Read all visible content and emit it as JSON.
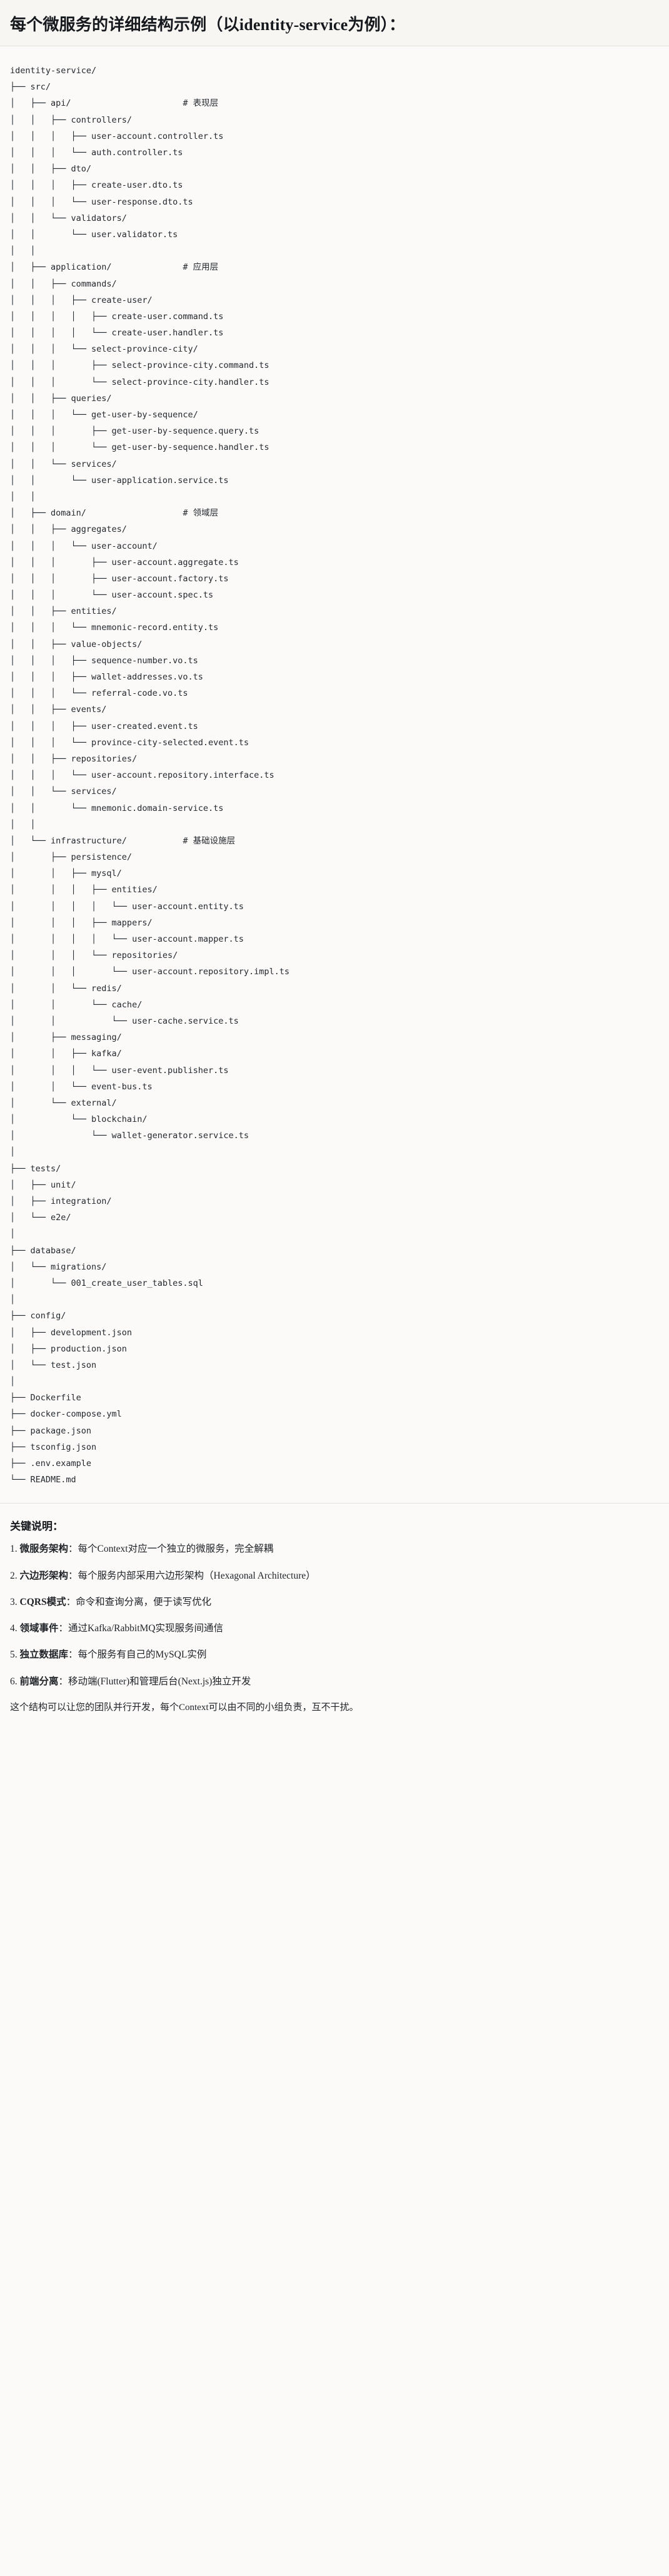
{
  "heading": "每个微服务的详细结构示例（以identity-service为例）：",
  "tree": {
    "root": "identity-service/",
    "lines": [
      {
        "text": "identity-service/",
        "comment": ""
      },
      {
        "text": "├── src/",
        "comment": ""
      },
      {
        "text": "│   ├── api/",
        "comment": "# 表现层"
      },
      {
        "text": "│   │   ├── controllers/",
        "comment": ""
      },
      {
        "text": "│   │   │   ├── user-account.controller.ts",
        "comment": ""
      },
      {
        "text": "│   │   │   └── auth.controller.ts",
        "comment": ""
      },
      {
        "text": "│   │   ├── dto/",
        "comment": ""
      },
      {
        "text": "│   │   │   ├── create-user.dto.ts",
        "comment": ""
      },
      {
        "text": "│   │   │   └── user-response.dto.ts",
        "comment": ""
      },
      {
        "text": "│   │   └── validators/",
        "comment": ""
      },
      {
        "text": "│   │       └── user.validator.ts",
        "comment": ""
      },
      {
        "text": "│   │",
        "comment": ""
      },
      {
        "text": "│   ├── application/",
        "comment": "# 应用层"
      },
      {
        "text": "│   │   ├── commands/",
        "comment": ""
      },
      {
        "text": "│   │   │   ├── create-user/",
        "comment": ""
      },
      {
        "text": "│   │   │   │   ├── create-user.command.ts",
        "comment": ""
      },
      {
        "text": "│   │   │   │   └── create-user.handler.ts",
        "comment": ""
      },
      {
        "text": "│   │   │   └── select-province-city/",
        "comment": ""
      },
      {
        "text": "│   │   │       ├── select-province-city.command.ts",
        "comment": ""
      },
      {
        "text": "│   │   │       └── select-province-city.handler.ts",
        "comment": ""
      },
      {
        "text": "│   │   ├── queries/",
        "comment": ""
      },
      {
        "text": "│   │   │   └── get-user-by-sequence/",
        "comment": ""
      },
      {
        "text": "│   │   │       ├── get-user-by-sequence.query.ts",
        "comment": ""
      },
      {
        "text": "│   │   │       └── get-user-by-sequence.handler.ts",
        "comment": ""
      },
      {
        "text": "│   │   └── services/",
        "comment": ""
      },
      {
        "text": "│   │       └── user-application.service.ts",
        "comment": ""
      },
      {
        "text": "│   │",
        "comment": ""
      },
      {
        "text": "│   ├── domain/",
        "comment": "# 领域层"
      },
      {
        "text": "│   │   ├── aggregates/",
        "comment": ""
      },
      {
        "text": "│   │   │   └── user-account/",
        "comment": ""
      },
      {
        "text": "│   │   │       ├── user-account.aggregate.ts",
        "comment": ""
      },
      {
        "text": "│   │   │       ├── user-account.factory.ts",
        "comment": ""
      },
      {
        "text": "│   │   │       └── user-account.spec.ts",
        "comment": ""
      },
      {
        "text": "│   │   ├── entities/",
        "comment": ""
      },
      {
        "text": "│   │   │   └── mnemonic-record.entity.ts",
        "comment": ""
      },
      {
        "text": "│   │   ├── value-objects/",
        "comment": ""
      },
      {
        "text": "│   │   │   ├── sequence-number.vo.ts",
        "comment": ""
      },
      {
        "text": "│   │   │   ├── wallet-addresses.vo.ts",
        "comment": ""
      },
      {
        "text": "│   │   │   └── referral-code.vo.ts",
        "comment": ""
      },
      {
        "text": "│   │   ├── events/",
        "comment": ""
      },
      {
        "text": "│   │   │   ├── user-created.event.ts",
        "comment": ""
      },
      {
        "text": "│   │   │   └── province-city-selected.event.ts",
        "comment": ""
      },
      {
        "text": "│   │   ├── repositories/",
        "comment": ""
      },
      {
        "text": "│   │   │   └── user-account.repository.interface.ts",
        "comment": ""
      },
      {
        "text": "│   │   └── services/",
        "comment": ""
      },
      {
        "text": "│   │       └── mnemonic.domain-service.ts",
        "comment": ""
      },
      {
        "text": "│   │",
        "comment": ""
      },
      {
        "text": "│   └── infrastructure/",
        "comment": "# 基础设施层"
      },
      {
        "text": "│       ├── persistence/",
        "comment": ""
      },
      {
        "text": "│       │   ├── mysql/",
        "comment": ""
      },
      {
        "text": "│       │   │   ├── entities/",
        "comment": ""
      },
      {
        "text": "│       │   │   │   └── user-account.entity.ts",
        "comment": ""
      },
      {
        "text": "│       │   │   ├── mappers/",
        "comment": ""
      },
      {
        "text": "│       │   │   │   └── user-account.mapper.ts",
        "comment": ""
      },
      {
        "text": "│       │   │   └── repositories/",
        "comment": ""
      },
      {
        "text": "│       │   │       └── user-account.repository.impl.ts",
        "comment": ""
      },
      {
        "text": "│       │   └── redis/",
        "comment": ""
      },
      {
        "text": "│       │       └── cache/",
        "comment": ""
      },
      {
        "text": "│       │           └── user-cache.service.ts",
        "comment": ""
      },
      {
        "text": "│       ├── messaging/",
        "comment": ""
      },
      {
        "text": "│       │   ├── kafka/",
        "comment": ""
      },
      {
        "text": "│       │   │   └── user-event.publisher.ts",
        "comment": ""
      },
      {
        "text": "│       │   └── event-bus.ts",
        "comment": ""
      },
      {
        "text": "│       └── external/",
        "comment": ""
      },
      {
        "text": "│           └── blockchain/",
        "comment": ""
      },
      {
        "text": "│               └── wallet-generator.service.ts",
        "comment": ""
      },
      {
        "text": "│",
        "comment": ""
      },
      {
        "text": "├── tests/",
        "comment": ""
      },
      {
        "text": "│   ├── unit/",
        "comment": ""
      },
      {
        "text": "│   ├── integration/",
        "comment": ""
      },
      {
        "text": "│   └── e2e/",
        "comment": ""
      },
      {
        "text": "│",
        "comment": ""
      },
      {
        "text": "├── database/",
        "comment": ""
      },
      {
        "text": "│   └── migrations/",
        "comment": ""
      },
      {
        "text": "│       └── 001_create_user_tables.sql",
        "comment": ""
      },
      {
        "text": "│",
        "comment": ""
      },
      {
        "text": "├── config/",
        "comment": ""
      },
      {
        "text": "│   ├── development.json",
        "comment": ""
      },
      {
        "text": "│   ├── production.json",
        "comment": ""
      },
      {
        "text": "│   └── test.json",
        "comment": ""
      },
      {
        "text": "│",
        "comment": ""
      },
      {
        "text": "├── Dockerfile",
        "comment": ""
      },
      {
        "text": "├── docker-compose.yml",
        "comment": ""
      },
      {
        "text": "├── package.json",
        "comment": ""
      },
      {
        "text": "├── tsconfig.json",
        "comment": ""
      },
      {
        "text": "├── .env.example",
        "comment": ""
      },
      {
        "text": "└── README.md",
        "comment": ""
      }
    ]
  },
  "notes": {
    "title": "关键说明：",
    "items": [
      {
        "index": "1.",
        "lead": "微服务架构",
        "body": "：每个Context对应一个独立的微服务，完全解耦"
      },
      {
        "index": "2.",
        "lead": "六边形架构",
        "body": "：每个服务内部采用六边形架构（Hexagonal Architecture）"
      },
      {
        "index": "3.",
        "lead": "CQRS模式",
        "body": "：命令和查询分离，便于读写优化"
      },
      {
        "index": "4.",
        "lead": "领域事件",
        "body": "：通过Kafka/RabbitMQ实现服务间通信"
      },
      {
        "index": "5.",
        "lead": "独立数据库",
        "body": "：每个服务有自己的MySQL实例"
      },
      {
        "index": "6.",
        "lead": "前端分离",
        "body": "：移动端(Flutter)和管理后台(Next.js)独立开发"
      }
    ],
    "closing": "这个结构可以让您的团队并行开发，每个Context可以由不同的小组负责，互不干扰。"
  },
  "colors": {
    "background": "#fbfaf8",
    "heading_bg": "#f7f6f2",
    "text": "#1f2328",
    "rule": "#e3e1dc"
  }
}
